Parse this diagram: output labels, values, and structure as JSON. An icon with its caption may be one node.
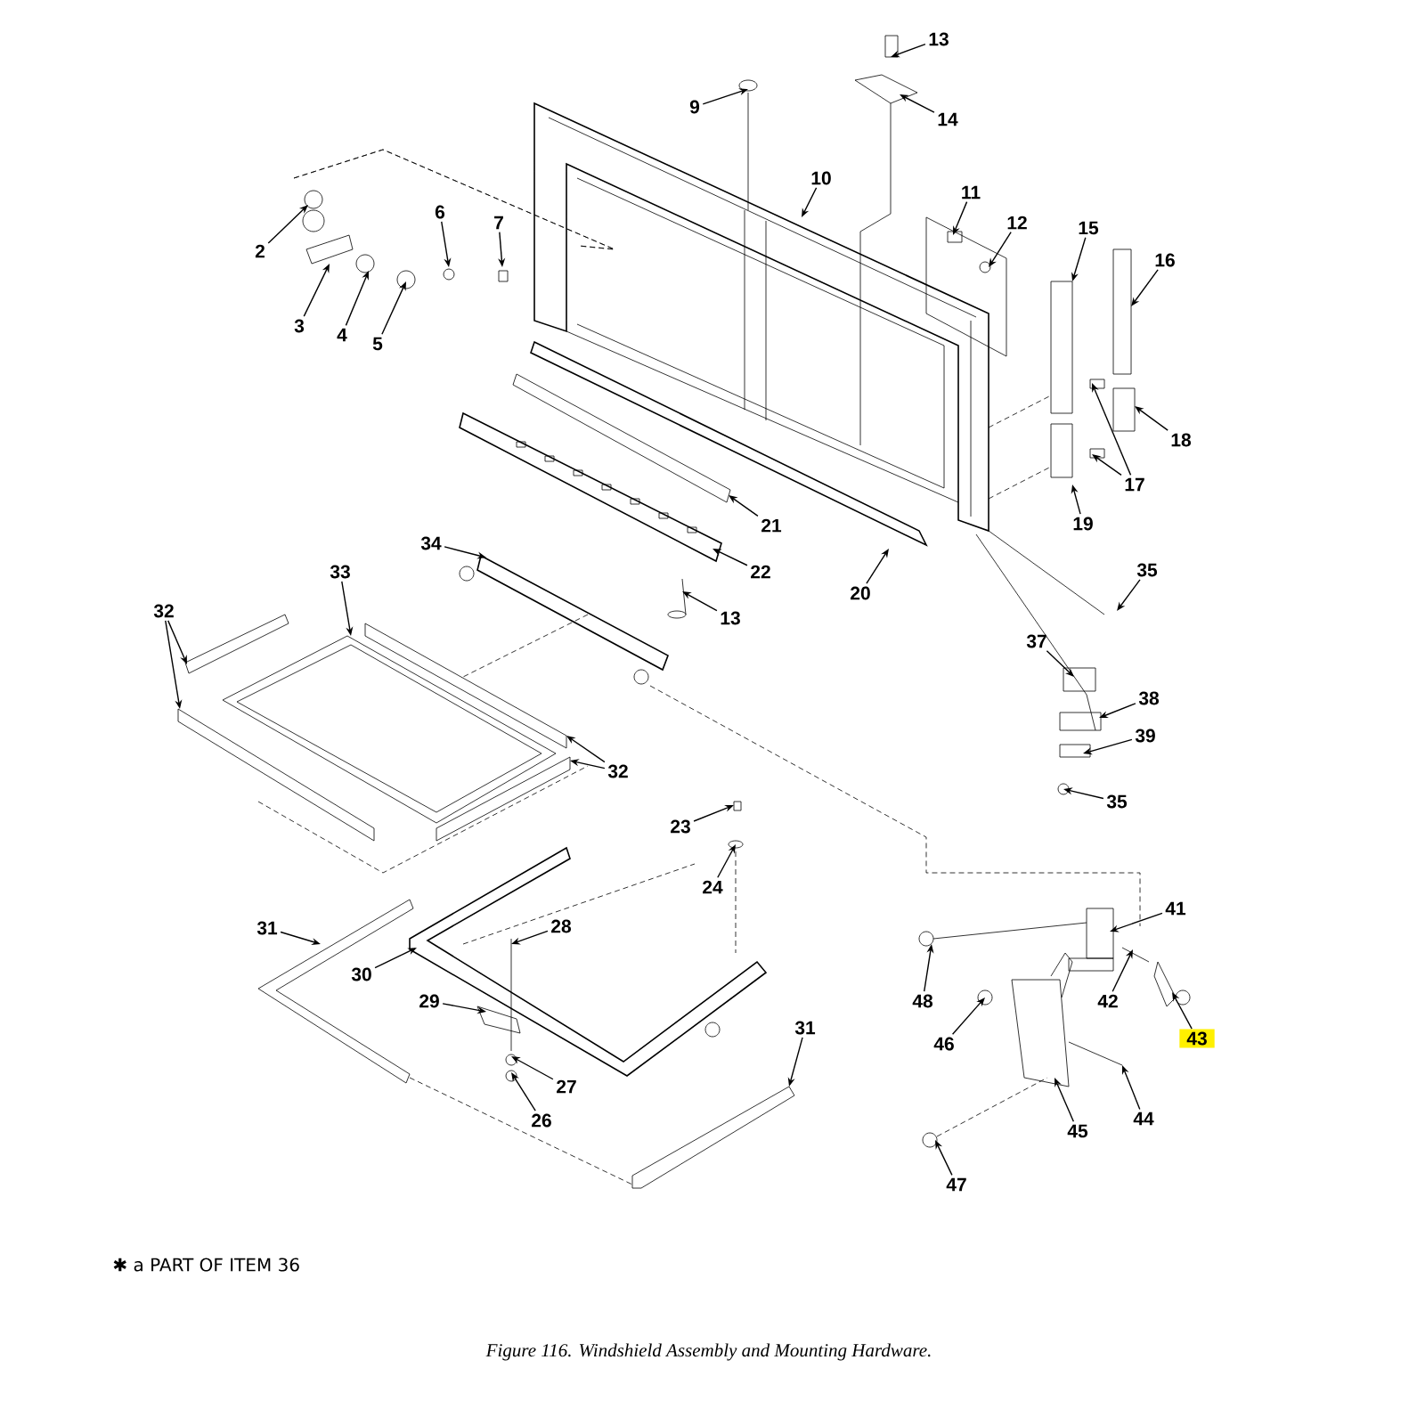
{
  "diagram": {
    "caption": "Figure 116.  Windshield Assembly and Mounting Hardware.",
    "nodes": [
      {
        "text": [
          "13"
        ]
      },
      {
        "text": [
          "9"
        ]
      },
      {
        "text": [
          "14"
        ]
      },
      {
        "text": [
          "10"
        ]
      },
      {
        "text": [
          "11"
        ]
      },
      {
        "text": [
          "6"
        ]
      },
      {
        "text": [
          "12"
        ]
      },
      {
        "text": [
          "7"
        ]
      },
      {
        "text": [
          "15"
        ]
      },
      {
        "text": [
          "2"
        ]
      },
      {
        "text": [
          "16"
        ]
      },
      {
        "text": [
          "3"
        ]
      },
      {
        "text": [
          "4"
        ]
      },
      {
        "text": [
          "5"
        ]
      },
      {
        "text": [
          "18"
        ]
      },
      {
        "text": [
          "17"
        ]
      },
      {
        "text": [
          "19"
        ]
      },
      {
        "text": [
          "21"
        ]
      },
      {
        "text": [
          "34"
        ]
      },
      {
        "text": [
          "35"
        ]
      },
      {
        "text": [
          "22"
        ]
      },
      {
        "text": [
          "33"
        ]
      },
      {
        "text": [
          "20"
        ]
      },
      {
        "text": [
          "32"
        ]
      },
      {
        "text": [
          "13"
        ]
      },
      {
        "text": [
          "37"
        ]
      },
      {
        "text": [
          "38"
        ]
      },
      {
        "text": [
          "39"
        ]
      },
      {
        "text": [
          "32"
        ]
      },
      {
        "text": [
          "35"
        ]
      },
      {
        "text": [
          "23"
        ]
      },
      {
        "text": [
          "24"
        ]
      },
      {
        "text": [
          "41"
        ]
      },
      {
        "text": [
          "28"
        ]
      },
      {
        "text": [
          "31"
        ]
      },
      {
        "text": [
          "30"
        ]
      },
      {
        "text": [
          "29"
        ]
      },
      {
        "text": [
          "48"
        ]
      },
      {
        "text": [
          "42"
        ]
      },
      {
        "text": [
          "31"
        ]
      },
      {
        "text": [
          "43"
        ]
      },
      {
        "text": [
          "46"
        ]
      },
      {
        "text": [
          "27"
        ]
      },
      {
        "text": [
          "44"
        ]
      },
      {
        "text": [
          "26"
        ]
      },
      {
        "text": [
          "45"
        ]
      },
      {
        "text": [
          "47"
        ]
      }
    ],
    "edges": [
      {
        "from": 0,
        "to": null,
        "arrow": "to"
      },
      {
        "from": 1,
        "to": null,
        "arrow": "to"
      },
      {
        "from": 2,
        "to": null,
        "arrow": "to"
      },
      {
        "from": 3,
        "to": null,
        "arrow": "to"
      },
      {
        "from": 4,
        "to": null,
        "arrow": "to"
      },
      {
        "from": 5,
        "to": null,
        "arrow": "to"
      },
      {
        "from": 6,
        "to": null,
        "arrow": "to"
      },
      {
        "from": 7,
        "to": null,
        "arrow": "to"
      },
      {
        "from": 8,
        "to": null,
        "arrow": "to"
      },
      {
        "from": 9,
        "to": null,
        "arrow": "to"
      },
      {
        "from": 10,
        "to": null,
        "arrow": "to"
      },
      {
        "from": 11,
        "to": null,
        "arrow": "to"
      },
      {
        "from": 12,
        "to": null,
        "arrow": "to"
      },
      {
        "from": 13,
        "to": null,
        "arrow": "to"
      },
      {
        "from": 14,
        "to": null,
        "arrow": "to"
      },
      {
        "from": 15,
        "to": null,
        "arrow": "to"
      },
      {
        "from": 15,
        "to": null,
        "arrow": "to"
      },
      {
        "from": 16,
        "to": null,
        "arrow": "to"
      },
      {
        "from": 17,
        "to": null,
        "arrow": "to"
      },
      {
        "from": 18,
        "to": null,
        "arrow": "to"
      },
      {
        "from": 19,
        "to": null,
        "arrow": "to"
      },
      {
        "from": 20,
        "to": null,
        "arrow": "to"
      },
      {
        "from": 21,
        "to": null,
        "arrow": "to"
      },
      {
        "from": 22,
        "to": null,
        "arrow": "to"
      },
      {
        "from": 23,
        "to": null,
        "arrow": "to"
      },
      {
        "from": 23,
        "to": null,
        "arrow": "to"
      },
      {
        "from": 24,
        "to": null,
        "arrow": "to"
      },
      {
        "from": 25,
        "to": null,
        "arrow": "to"
      },
      {
        "from": 26,
        "to": null,
        "arrow": "to"
      },
      {
        "from": 27,
        "to": null,
        "arrow": "to"
      },
      {
        "from": 28,
        "to": null,
        "arrow": "to"
      },
      {
        "from": 28,
        "to": null,
        "arrow": "to"
      },
      {
        "from": 29,
        "to": null,
        "arrow": "to"
      },
      {
        "from": 30,
        "to": null,
        "arrow": "to"
      },
      {
        "from": 31,
        "to": null,
        "arrow": "to"
      },
      {
        "from": 32,
        "to": null,
        "arrow": "to"
      },
      {
        "from": 33,
        "to": null,
        "arrow": "to"
      },
      {
        "from": 34,
        "to": null,
        "arrow": "to"
      },
      {
        "from": 35,
        "to": null,
        "arrow": "to"
      },
      {
        "from": 36,
        "to": null,
        "arrow": "to"
      },
      {
        "from": 37,
        "to": null,
        "arrow": "to"
      },
      {
        "from": 38,
        "to": null,
        "arrow": "to"
      },
      {
        "from": 39,
        "to": null,
        "arrow": "to"
      },
      {
        "from": 40,
        "to": null,
        "arrow": "to"
      },
      {
        "from": 41,
        "to": null,
        "arrow": "to"
      },
      {
        "from": 42,
        "to": null,
        "arrow": "to"
      },
      {
        "from": 43,
        "to": null,
        "arrow": "to"
      },
      {
        "from": 44,
        "to": null,
        "arrow": "to"
      },
      {
        "from": 45,
        "to": null,
        "arrow": "to"
      },
      {
        "from": 46,
        "to": null,
        "arrow": "to"
      }
    ],
    "labels": [
      "✱ a  PART OF ITEM 36"
    ]
  }
}
